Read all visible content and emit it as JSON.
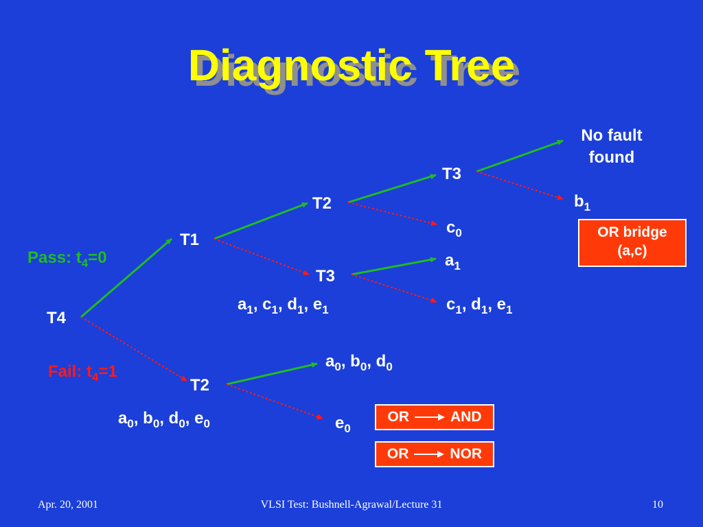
{
  "title": "Diagnostic Tree",
  "nodes": {
    "t4": "T4",
    "t1": "T1",
    "t2_top": "T2",
    "t3_mid": "T3",
    "t3_top": "T3",
    "t2_bot": "T2"
  },
  "branch_labels": {
    "pass": {
      "text": "Pass: t",
      "sub": "4",
      "tail": "=0"
    },
    "fail": {
      "text": "Fail: t",
      "sub": "4",
      "tail": "=1"
    }
  },
  "leaves": {
    "no_fault_line1": "No fault",
    "no_fault_line2": "found",
    "b1": {
      "base": "b",
      "sub": "1"
    },
    "c0": {
      "base": "c",
      "sub": "0"
    },
    "a1": {
      "base": "a",
      "sub": "1"
    },
    "c1d1e1": [
      {
        "base": "c",
        "sub": "1"
      },
      {
        "base": "d",
        "sub": "1"
      },
      {
        "base": "e",
        "sub": "1"
      }
    ],
    "a1c1d1e1": [
      {
        "base": "a",
        "sub": "1"
      },
      {
        "base": "c",
        "sub": "1"
      },
      {
        "base": "d",
        "sub": "1"
      },
      {
        "base": "e",
        "sub": "1"
      }
    ],
    "a0b0d0": [
      {
        "base": "a",
        "sub": "0"
      },
      {
        "base": "b",
        "sub": "0"
      },
      {
        "base": "d",
        "sub": "0"
      }
    ],
    "a0b0d0e0": [
      {
        "base": "a",
        "sub": "0"
      },
      {
        "base": "b",
        "sub": "0"
      },
      {
        "base": "d",
        "sub": "0"
      },
      {
        "base": "e",
        "sub": "0"
      }
    ],
    "e0": {
      "base": "e",
      "sub": "0"
    }
  },
  "boxes": {
    "or_bridge_line1": "OR bridge",
    "or_bridge_line2": "(a,c)",
    "or_and_left": "OR",
    "or_and_right": "AND",
    "or_nor_left": "OR",
    "or_nor_right": "NOR"
  },
  "colors": {
    "background": "#1b3fd8",
    "title": "#ffff00",
    "pass_edge": "#22bb22",
    "fail_edge": "#ff1a1a",
    "box": "#ff3a08"
  },
  "footer": {
    "date": "Apr. 20, 2001",
    "course": "VLSI Test: Bushnell-Agrawal/Lecture 31",
    "page": "10"
  }
}
